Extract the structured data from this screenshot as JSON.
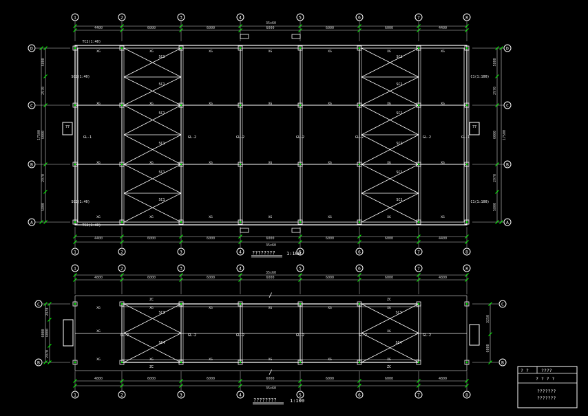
{
  "colors": {
    "background": "#000000",
    "structure": "#ffffff",
    "dimension": "#cfcfcf",
    "node": "#00ff00"
  },
  "grid_labels_x": [
    "1",
    "2",
    "3",
    "4",
    "5",
    "6",
    "7",
    "8"
  ],
  "plan1": {
    "grid_labels_y": [
      "D",
      "C",
      "B",
      "A"
    ],
    "top_total": "35x60",
    "top_spans": [
      "4400",
      "6000",
      "6000",
      "6000",
      "6000",
      "6000",
      "4400"
    ],
    "bottom_spans": [
      "4400",
      "6000",
      "6000",
      "6000",
      "6000",
      "6000",
      "4400"
    ],
    "bottom_total": "35x60",
    "left_spans": [
      "5800",
      "2970",
      "6000",
      "2970",
      "5800"
    ],
    "left_total": "17500",
    "right_spans": [
      "5800",
      "2970",
      "6000",
      "2970",
      "5800"
    ],
    "right_total": "17500",
    "brace_labels": [
      "SC1",
      "SC1",
      "SC1",
      "SC1",
      "SC1",
      "SC1"
    ],
    "tie_label": "XG",
    "frame_labels": [
      "GL-2",
      "GL-2",
      "GL-2",
      "GL-2",
      "GL-2"
    ],
    "end_labels": [
      "GL-1",
      "GL-1"
    ],
    "window_labels": [
      "TC2(1:40)",
      "TC2(1:40)"
    ],
    "side_notes": [
      "SC2(1:40)",
      "SC2(1:40)",
      "C1(1:100)",
      "C1(1:100)"
    ],
    "door_marks": [
      "77",
      "77"
    ],
    "scale_title": "????????",
    "scale": "1:100"
  },
  "plan2": {
    "grid_labels_y": [
      "C",
      "B"
    ],
    "top_total": "35x60",
    "top_spans": [
      "4800",
      "6000",
      "6000",
      "6000",
      "6000",
      "6000",
      "4800"
    ],
    "bottom_spans": [
      "4800",
      "6000",
      "6000",
      "6000",
      "6000",
      "6000",
      "4800"
    ],
    "bottom_total": "35x60",
    "left_spans": [
      "2970",
      "6000",
      "2970"
    ],
    "left_total": "6000",
    "right_spans": [
      "3250",
      "6000"
    ],
    "beam_label": "ZC",
    "brace_labels": [
      "SC3",
      "SC3",
      "SC4",
      "SC4"
    ],
    "tie_label": "XG",
    "frame_labels": [
      "GL-2",
      "GL-2",
      "GL-2",
      "GL-2"
    ],
    "end_labels": [
      "GL-2",
      "GL-2"
    ],
    "scale_title": "????????",
    "scale": "1:100"
  },
  "title_block": {
    "row1_left": "? ?",
    "row1_right": "????",
    "row2": "? ? ? ?",
    "row3": "???????",
    "row4": "???????"
  }
}
